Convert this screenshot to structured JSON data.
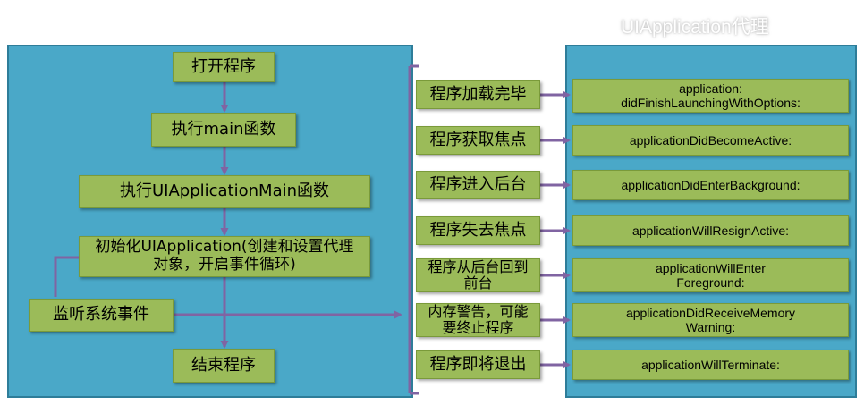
{
  "title": "UIApplication代理",
  "colors": {
    "panel": "#4aa8c8",
    "box": "#9bbb59",
    "arrow": "#8064a2"
  },
  "flow": {
    "open": "打开程序",
    "main": "执行main函数",
    "uiappmain": "执行UIApplicationMain函数",
    "init": "初始化UIApplication(创建和设置代理对象，开启事件循环)",
    "listen": "监听系统事件",
    "end": "结束程序"
  },
  "events": [
    {
      "label": "程序加载完毕",
      "method": "application:\ndidFinishLaunchingWithOptions:"
    },
    {
      "label": "程序获取焦点",
      "method": "applicationDidBecomeActive:"
    },
    {
      "label": "程序进入后台",
      "method": "applicationDidEnterBackground:"
    },
    {
      "label": "程序失去焦点",
      "method": "applicationWillResignActive:"
    },
    {
      "label": "程序从后台回到前台",
      "method": "applicationWillEnter\nForeground:"
    },
    {
      "label": "内存警告，可能要终止程序",
      "method": "applicationDidReceiveMemory\nWarning:"
    },
    {
      "label": "程序即将退出",
      "method": "applicationWillTerminate:"
    }
  ]
}
